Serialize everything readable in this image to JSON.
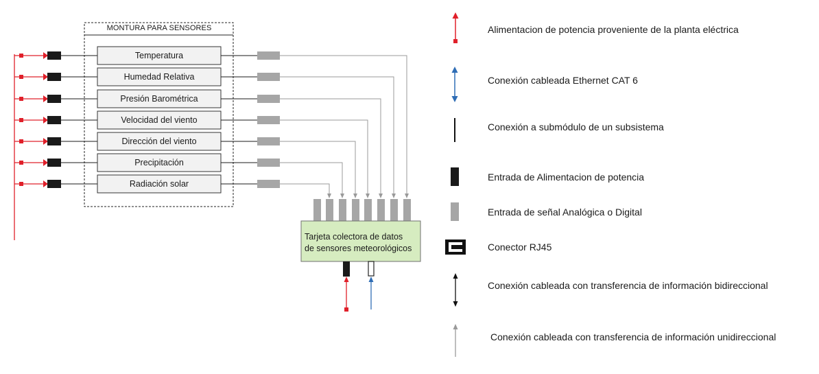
{
  "mount": {
    "title": "MONTURA PARA SENSORES"
  },
  "sensors": [
    {
      "label": "Temperatura"
    },
    {
      "label": "Humedad Relativa"
    },
    {
      "label": "Presión Barométrica"
    },
    {
      "label": "Velocidad del viento"
    },
    {
      "label": "Dirección del viento"
    },
    {
      "label": "Precipitación"
    },
    {
      "label": "Radiación solar"
    }
  ],
  "collector": {
    "line1": "Tarjeta colectora de datos",
    "line2": "de sensores meteorológicos"
  },
  "legend": [
    {
      "symbol": "red-arrow",
      "text": "Alimentacion de potencia proveniente de la planta eléctrica"
    },
    {
      "symbol": "blue-double-arrow",
      "text": "Conexión cableada Ethernet CAT 6"
    },
    {
      "symbol": "black-line",
      "text": "Conexión a submódulo de un subsistema"
    },
    {
      "symbol": "black-block",
      "text": "Entrada de Alimentacion de potencia"
    },
    {
      "symbol": "gray-block",
      "text": "Entrada de señal Analógica o Digital"
    },
    {
      "symbol": "rj45-connector",
      "text": "Conector RJ45"
    },
    {
      "symbol": "black-double-arrow",
      "text": "Conexión cableada con transferencia de información bidireccional"
    },
    {
      "symbol": "gray-arrow",
      "text": "Conexión cableada con transferencia de información unidireccional"
    }
  ],
  "colors": {
    "power": "#e0202a",
    "ethernet": "#2f6db5",
    "signal_block": "#a6a6a6",
    "signal_line": "#9a9a9a",
    "collector_fill": "#d6ecc0",
    "collector_border": "#707070",
    "sensor_fill": "#f2f2f2"
  }
}
